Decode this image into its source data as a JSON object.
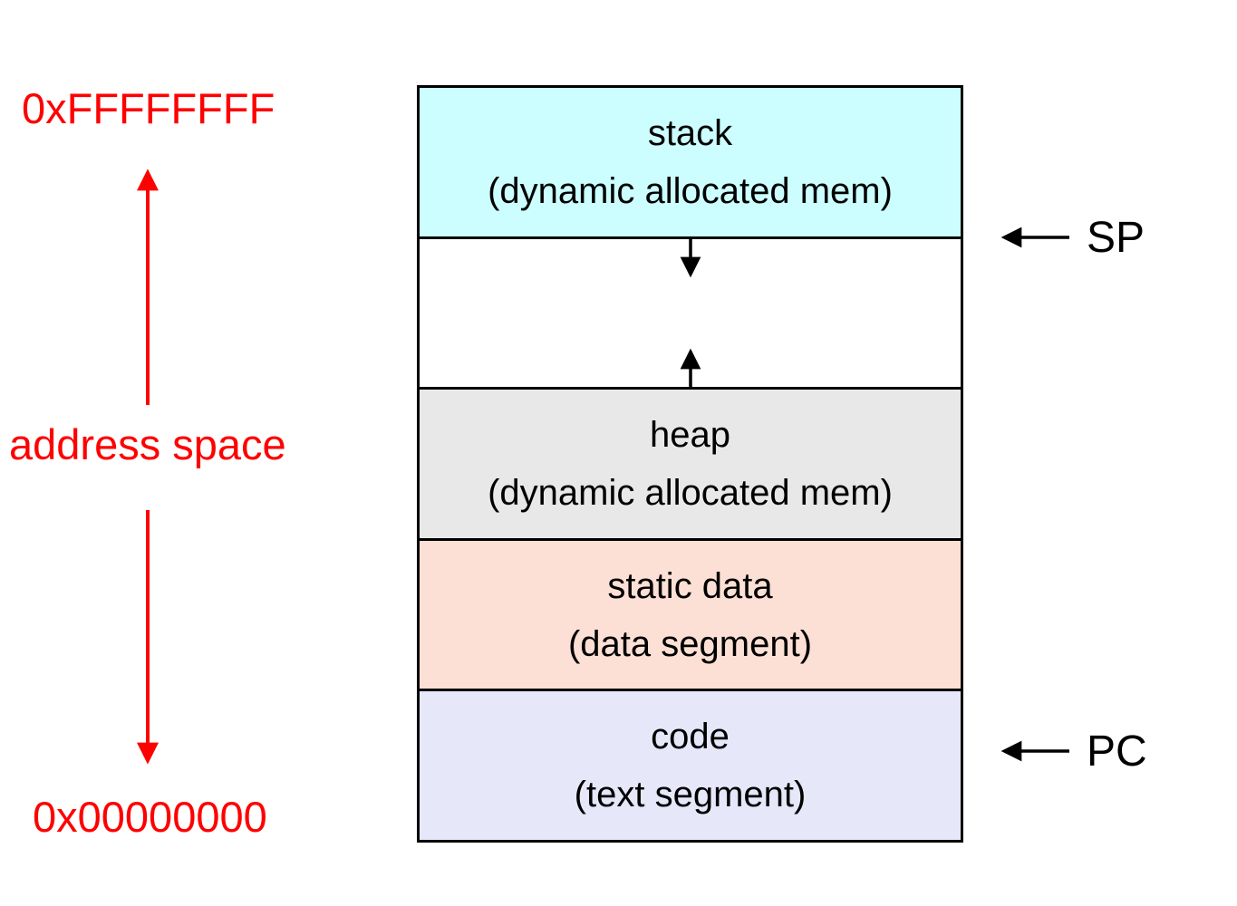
{
  "address_axis": {
    "top_label": "0xFFFFFFFF",
    "axis_label": "address space",
    "bottom_label": "0x00000000",
    "color": "#FF0000"
  },
  "memory_box": {
    "border_color": "#000000",
    "segments": [
      {
        "id": "stack",
        "title": "stack",
        "subtitle": "(dynamic allocated mem)",
        "fill": "#CCFEFF"
      },
      {
        "id": "free-gap",
        "title": "",
        "subtitle": "",
        "fill": "#FFFFFF"
      },
      {
        "id": "heap",
        "title": "heap",
        "subtitle": "(dynamic allocated mem)",
        "fill": "#E8E8E8"
      },
      {
        "id": "static-data",
        "title": "static data",
        "subtitle": "(data segment)",
        "fill": "#FDE0D5"
      },
      {
        "id": "code",
        "title": "code",
        "subtitle": "(text segment)",
        "fill": "#E6E7F9"
      }
    ]
  },
  "growth_arrows": {
    "stack_growth_direction": "down",
    "heap_growth_direction": "up",
    "color": "#000000"
  },
  "registers": [
    {
      "id": "sp",
      "label": "SP"
    },
    {
      "id": "pc",
      "label": "PC"
    }
  ]
}
